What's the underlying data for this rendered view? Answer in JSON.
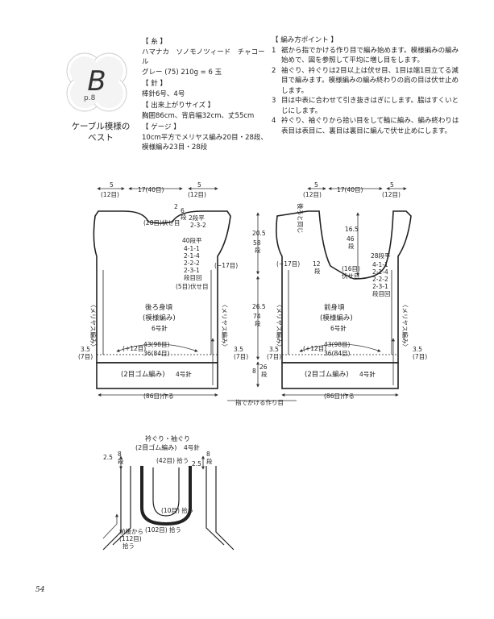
{
  "header": {
    "logo_letter": "B",
    "page_ref": "p.8",
    "title_lines": [
      "ケーブル模様の",
      "ベスト"
    ]
  },
  "materials": {
    "yarn_heading": "【 糸 】",
    "yarn_lines": [
      "ハマナカ　ソノモノツィード　チャコール",
      "グレー (75) 210g = 6 玉"
    ],
    "needle_heading": "【 針 】",
    "needle_text": "棒針6号、4号",
    "size_heading": "【 出来上がりサイズ 】",
    "size_text": "胸囲86cm、背肩幅32cm、丈55cm",
    "gauge_heading": "【 ゲージ 】",
    "gauge_lines": [
      "10cm平方でメリヤス編み20目・28段、",
      "模様編み23目・28段"
    ]
  },
  "points": {
    "heading": "【 編み方ポイント 】",
    "items": [
      {
        "num": "1",
        "text": "裾から指でかける作り目で編み始めます。模様編みの編み始めで、図を参照して平均に増し目をします。"
      },
      {
        "num": "2",
        "text": "袖ぐり、衿ぐりは2目以上は伏せ目、1目は端1目立てる減目で編みます。模様編みの編み終わりの肩の目は伏せ止めします。"
      },
      {
        "num": "3",
        "text": "目は中表に合わせて引き抜きはぎにします。脇はすくいとじにします。"
      },
      {
        "num": "4",
        "text": "衿ぐり、袖ぐりから拾い目をして輪に編み、編み終わりは表目は表目に、裏目は裏目に編んで伏せ止めにします。"
      }
    ]
  },
  "back": {
    "top_left": "5",
    "top_left_sts": "(12目)",
    "top_mid": "17(40目)",
    "top_right": "5",
    "top_right_sts": "(12目)",
    "neck_r1": "2",
    "neck_r2": "6",
    "neck_r3": "段",
    "neck_bind": "(28目)伏せ目",
    "dec1": "2段平",
    "dec2": "2-3-2",
    "dec3": "40段平",
    "dec4": "4-1-1",
    "dec5": "2-1-4",
    "dec6": "2-2-2",
    "dec7": "2-3-1",
    "dec8": "段目回",
    "arm_bind": "(5目)伏せ目",
    "side_dec": "(−17目)",
    "side_label": "〈メリヤス編み〉",
    "name1": "後ろ身頃",
    "name2": "(模様編み)",
    "name3": "6号針",
    "inc": "(+12目)",
    "sts1": "43(98目)",
    "sts2": "36(84目)",
    "edge_w": "3.5",
    "edge_sts": "(7目)",
    "rib": "(2目ゴム編み)",
    "rib_needle": "4号針",
    "cast": "(86目)作る"
  },
  "front": {
    "top_left": "5",
    "top_left_sts": "(12目)",
    "top_mid": "17(40目)",
    "top_right": "5",
    "top_right_sts": "(12目)",
    "same": "後ろと同じ",
    "side_dec": "(−17目)",
    "neck_depth": "16.5",
    "neck_rows": "46",
    "neck_rows_u": "段",
    "neck_l1": "12",
    "neck_l2": "段",
    "neck_bind": "(16目)",
    "neck_bind2": "伏せ目",
    "dec1": "28段平",
    "dec2": "4-1-1",
    "dec3": "2-1-4",
    "dec4": "2-2-2",
    "dec5": "2-3-1",
    "dec6": "段目回",
    "side_label": "〈メリヤス編み〉",
    "name1": "前身頃",
    "name2": "(模様編み)",
    "name3": "6号針",
    "inc": "(+12目)",
    "sts1": "43(98目)",
    "sts2": "36(84目)",
    "edge_w": "3.5",
    "edge_sts": "(7目)",
    "rib": "(2目ゴム編み)",
    "rib_needle": "4号針",
    "cast": "(86目)作る"
  },
  "center_dims": {
    "d1": "20.5",
    "d1_rows": "58",
    "d1_u": "段",
    "d2": "26.5",
    "d2_rows": "74",
    "d2_u": "段",
    "d3": "8",
    "d3_rows": "26",
    "d3_u": "段",
    "cast_note": "指でかける作り目"
  },
  "trim": {
    "title": "衿ぐり・袖ぐり",
    "title2": "(2目ゴム編み)",
    "title2_needle": "4号針",
    "left_w": "2.5",
    "left_rows": "8",
    "left_rows_u": "段",
    "right_w": "2.5",
    "right_rows": "8",
    "right_rows_u": "段",
    "neck_top": "(42目) 拾う",
    "neck_bottom": "(10目) 拾う",
    "neck_front": "(102目) 拾う",
    "arm_l1": "前後から",
    "arm_l2": "(112目)",
    "arm_l3": "拾う"
  },
  "footer": {
    "page_number": "54"
  }
}
